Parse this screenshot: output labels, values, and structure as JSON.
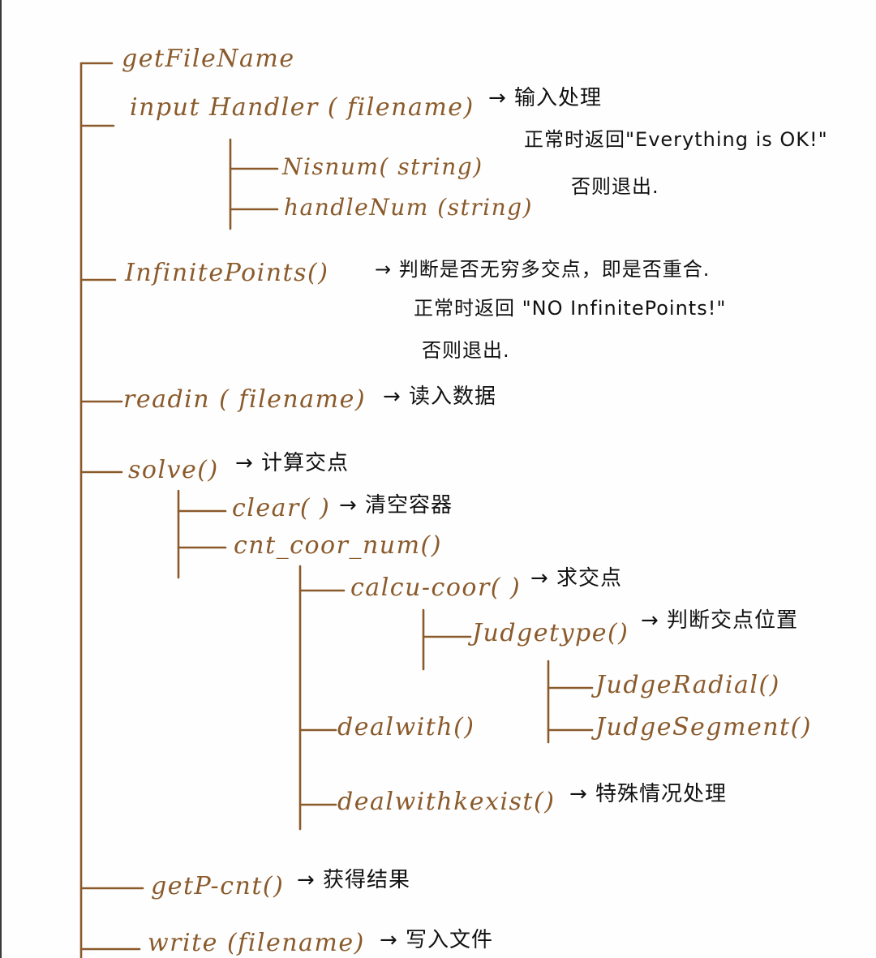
{
  "colors": {
    "ink_brown": "#8a5a2b",
    "ink_black": "#111111",
    "paper": "#fefefe"
  },
  "nodes": [
    {
      "id": "getFileName",
      "label": "getFileName"
    },
    {
      "id": "inputHandler",
      "label": "input Handler ( filename)",
      "note": "→ 输入处理"
    },
    {
      "id": "Nisnum",
      "label": "Nisnum( string)"
    },
    {
      "id": "handleNum",
      "label": "handleNum (string)"
    },
    {
      "id": "InfinitePoints",
      "label": "InfinitePoints()",
      "note": "→ 判断是否无穷多交点，即是否重合."
    },
    {
      "id": "readin",
      "label": "readin ( filename)",
      "note": "→ 读入数据"
    },
    {
      "id": "solve",
      "label": "solve()",
      "note": "→ 计算交点"
    },
    {
      "id": "clear",
      "label": "clear( )",
      "note": "→ 清空容器"
    },
    {
      "id": "cnt_coor_num",
      "label": "cnt_coor_num()"
    },
    {
      "id": "calcu_coor",
      "label": "calcu-coor( )",
      "note": "→ 求交点"
    },
    {
      "id": "Judgetype",
      "label": "Judgetype()",
      "note": "→ 判断交点位置"
    },
    {
      "id": "JudgeRadial",
      "label": "JudgeRadial()"
    },
    {
      "id": "JudgeSegment",
      "label": "JudgeSegment()"
    },
    {
      "id": "dealwith",
      "label": "dealwith()"
    },
    {
      "id": "dealwithkexist",
      "label": "dealwithkexist()",
      "note": "→ 特殊情况处理"
    },
    {
      "id": "getP_cnt",
      "label": "getP-cnt()",
      "note": "→ 获得结果"
    },
    {
      "id": "write",
      "label": "write (filename)",
      "note": "→ 写入文件"
    }
  ],
  "notes": {
    "input_ok": "正常时返回\"Everything is OK!\"",
    "input_exit": "否则退出.",
    "inf_ok": "正常时返回 \"NO InfinitePoints!\"",
    "inf_exit": "否则退出."
  }
}
